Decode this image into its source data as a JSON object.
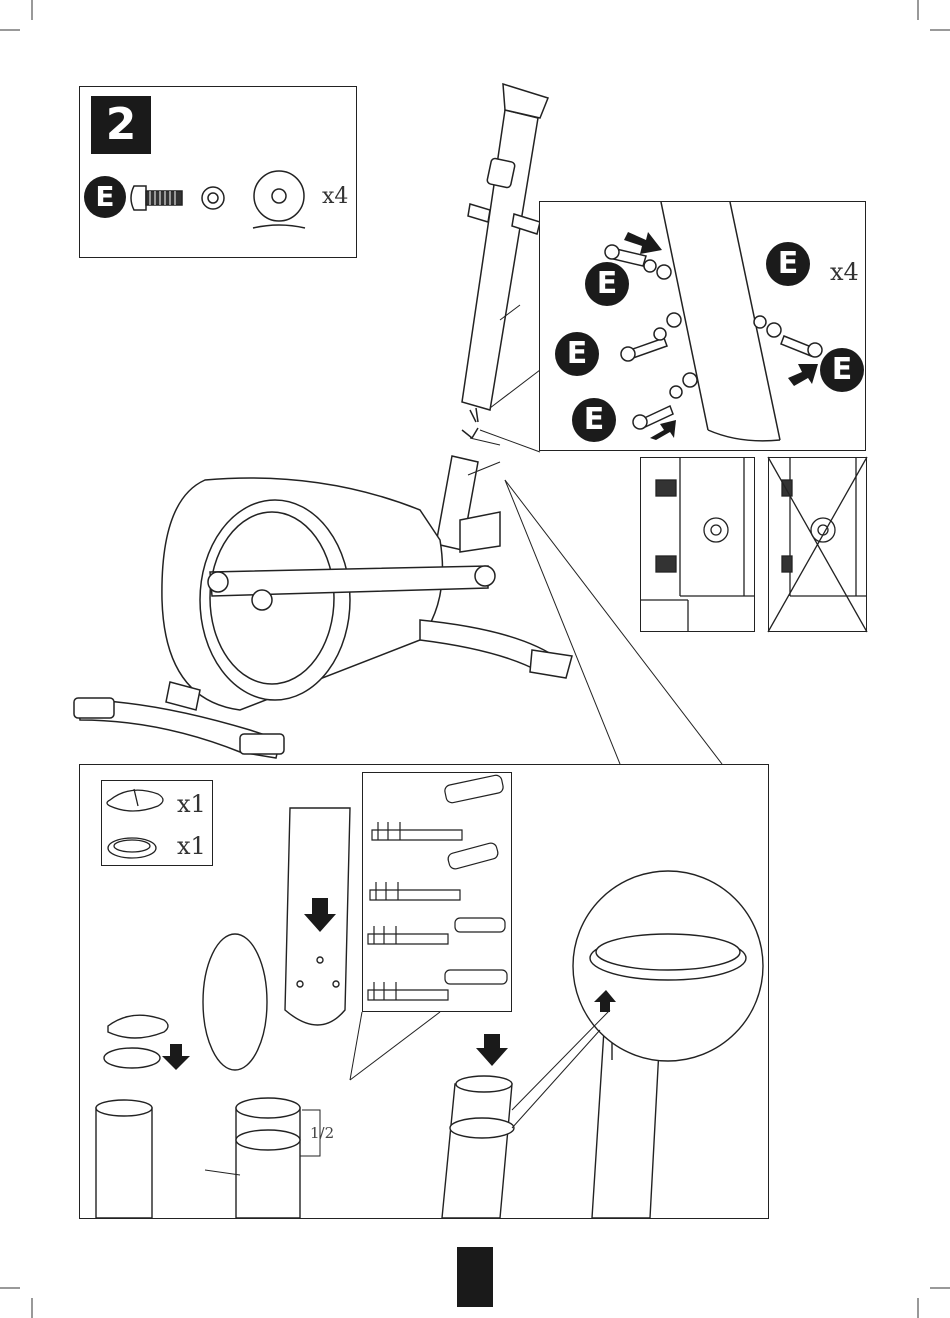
{
  "step": {
    "number": "2"
  },
  "hardware": {
    "part_letter": "E",
    "quantity": "x4"
  },
  "detail": {
    "part_letter": "E",
    "quantity": "x4"
  },
  "clips": {
    "qty_clip": "x1",
    "qty_ring": "x1"
  },
  "fraction_label": "1/2"
}
